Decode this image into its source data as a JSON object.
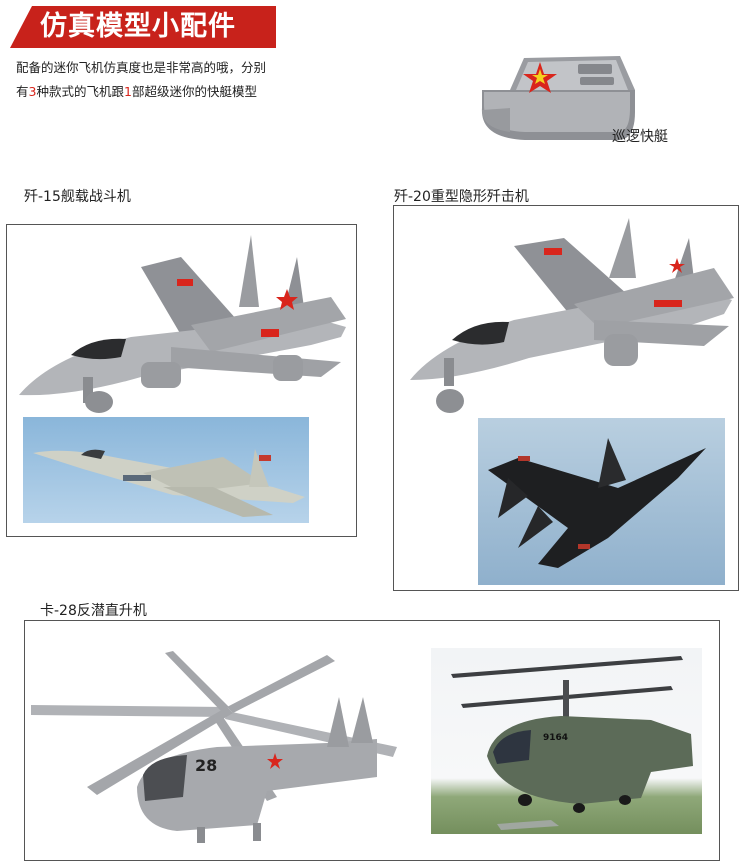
{
  "header": {
    "title": "仿真模型小配件"
  },
  "intro": {
    "line1": "配备的迷你飞机仿真度也是非常高的哦，分别",
    "line2_a": "有",
    "line2_num1": "3",
    "line2_b": "种款式的飞机跟",
    "line2_num2": "1",
    "line2_c": "部超级迷你的快艇模型"
  },
  "boat": {
    "label": "巡逻快艇"
  },
  "sections": {
    "j15": {
      "title": "歼-15舰载战斗机"
    },
    "j20": {
      "title": "歼-20重型隐形歼击机"
    },
    "ka28": {
      "title": "卡-28反潜直升机",
      "hull_number": "28",
      "photo_number": "9164"
    }
  },
  "colors": {
    "accent": "#c8221b",
    "model_gray": "#a7a9ad",
    "sky": "#9cc2e2",
    "star_red": "#d9251c",
    "star_yellow": "#f4d21f"
  }
}
